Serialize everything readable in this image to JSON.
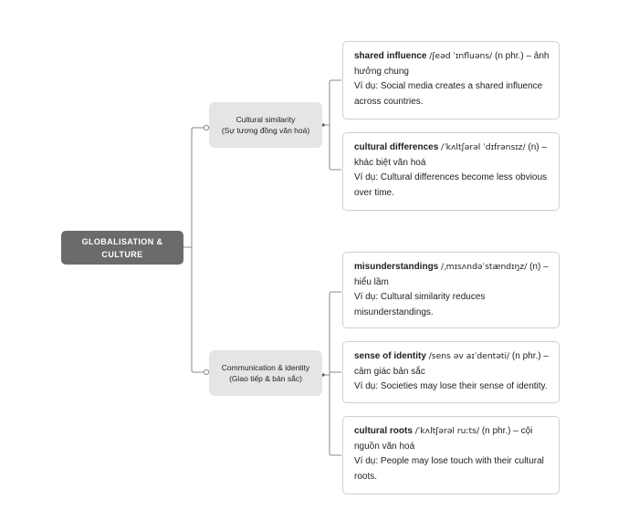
{
  "colors": {
    "root_bg": "#6b6b6b",
    "branch_bg": "#e5e5e5",
    "card_border": "#cfcfcf",
    "line": "#8a8a8a"
  },
  "root": {
    "line1": "GLOBALISATION &",
    "line2": "CULTURE"
  },
  "branches": [
    {
      "line1": "Cultural similarity",
      "line2": "(Sự tương đồng văn hoá)",
      "cards": [
        {
          "term": "shared influence",
          "ipa": "/ʃeəd ˈɪnfluəns/",
          "rest": " (n phr.) – ảnh hưởng chung",
          "example": "Ví dụ: Social media creates a shared influence across countries."
        },
        {
          "term": "cultural differences",
          "ipa": "/ˈkʌltʃərəl ˈdɪfrənsɪz/",
          "rest": " (n) – khác biệt văn hoá",
          "example": "Ví dụ: Cultural differences become less obvious over time."
        }
      ]
    },
    {
      "line1": "Communication & identity",
      "line2": "(Giao tiếp & bản sắc)",
      "cards": [
        {
          "term": "misunderstandings",
          "ipa": "/ˌmɪsʌndəˈstændɪŋz/",
          "rest": " (n) – hiểu lầm",
          "example": "Ví dụ: Cultural similarity reduces misunderstandings."
        },
        {
          "term": "sense of identity",
          "ipa": "/sens əv aɪˈdentəti/",
          "rest": " (n phr.) – cảm giác bản sắc",
          "example": "Ví dụ: Societies may lose their sense of identity."
        },
        {
          "term": "cultural roots",
          "ipa": "/ˈkʌltʃərəl ruːts/",
          "rest": " (n phr.) – cội nguồn văn hoá",
          "example": "Ví dụ: People may lose touch with their cultural roots."
        }
      ]
    }
  ]
}
